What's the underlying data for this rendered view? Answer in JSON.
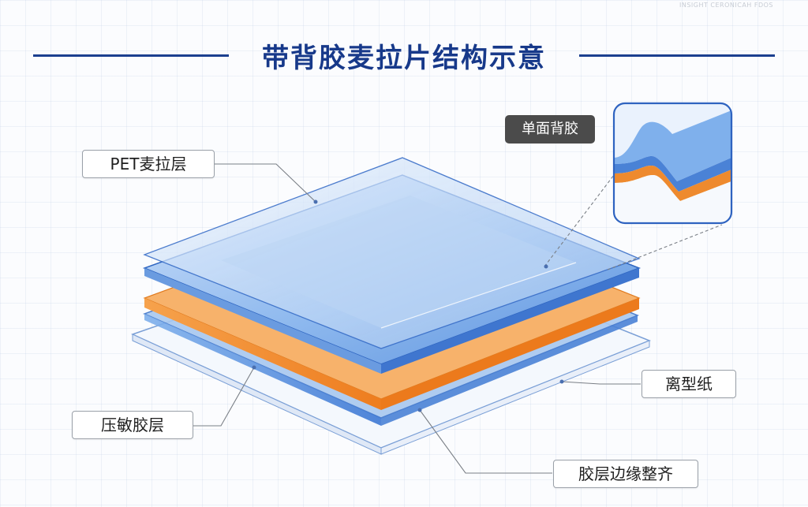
{
  "watermark": "INSIGHT CERONICAH FDOS",
  "title": "带背胶麦拉片结构示意",
  "labels": {
    "pet_layer": "PET麦拉层",
    "adhesive_layer": "压敏胶层",
    "release_paper": "离型纸",
    "edge_alignment": "胶层边缘整齐",
    "single_side_adhesive": "单面背胶"
  },
  "colors": {
    "title": "#17398a",
    "pet": "#6ea3e6",
    "adhesive": "#f08a2c",
    "release": "#f4f8fd",
    "badge": "#4b4b4b"
  }
}
